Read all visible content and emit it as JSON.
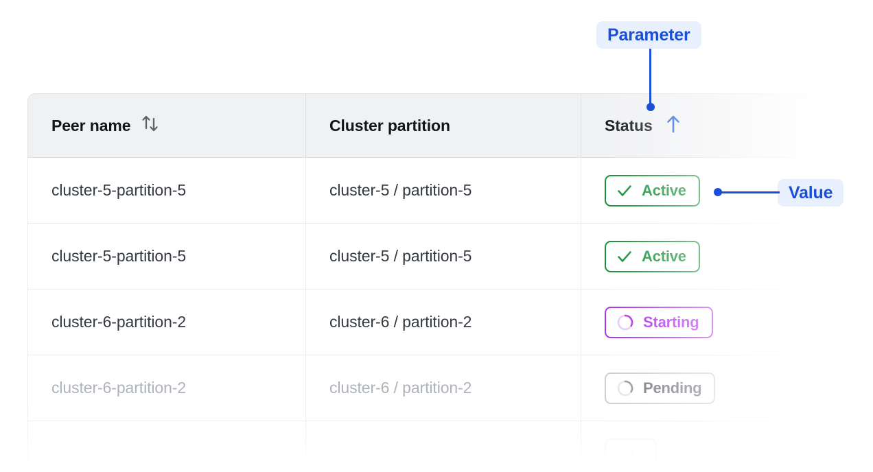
{
  "table": {
    "columns": [
      {
        "label": "Peer name",
        "sort_icon": "sort-both-icon",
        "sort_state": "none"
      },
      {
        "label": "Cluster partition",
        "sort_icon": "",
        "sort_state": "none"
      },
      {
        "label": "Status",
        "sort_icon": "arrow-up-icon",
        "sort_state": "ascending"
      }
    ],
    "rows": [
      {
        "peer_name": "cluster-5-partition-5",
        "cluster_partition": "cluster-5 / partition-5",
        "status": "Active",
        "status_icon": "check-icon",
        "style": "normal"
      },
      {
        "peer_name": "cluster-5-partition-5",
        "cluster_partition": "cluster-5 / partition-5",
        "status": "Active",
        "status_icon": "check-icon",
        "style": "normal"
      },
      {
        "peer_name": "cluster-6-partition-2",
        "cluster_partition": "cluster-6 / partition-2",
        "status": "Starting",
        "status_icon": "spinner-icon",
        "style": "normal"
      },
      {
        "peer_name": "cluster-6-partition-2",
        "cluster_partition": "cluster-6 / partition-2",
        "status": "Pending",
        "status_icon": "spinner-icon",
        "style": "muted"
      },
      {
        "peer_name": "",
        "cluster_partition": "",
        "status": "",
        "status_icon": "spinner-icon",
        "style": "ghost"
      }
    ]
  },
  "annotations": [
    {
      "id": "parameter",
      "label": "Parameter",
      "points_to": "status-column-header"
    },
    {
      "id": "value",
      "label": "Value",
      "points_to": "status-badge-row-1"
    }
  ],
  "colors": {
    "accent_blue": "#1a4fd6",
    "annotation_pill_bg": "#e9f0fd",
    "header_bg": "#f0f1f3",
    "status_active": "#0f8a2e",
    "status_starting": "#a927e8",
    "status_pending": "#6b7077",
    "text_primary": "#343a40",
    "text_muted": "#aeb3b9",
    "border": "#e8eaed"
  }
}
